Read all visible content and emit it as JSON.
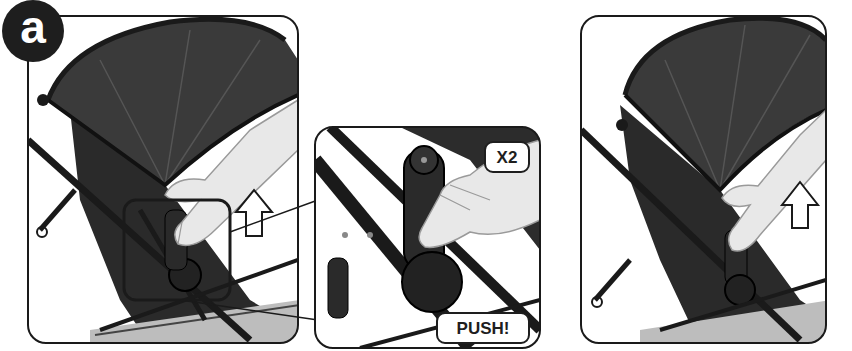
{
  "diagram": {
    "nodes": [
      {
        "text": [
          "a"
        ]
      },
      {
        "text": [
          "X2"
        ]
      },
      {
        "text": [
          "PUSH!"
        ]
      }
    ]
  }
}
